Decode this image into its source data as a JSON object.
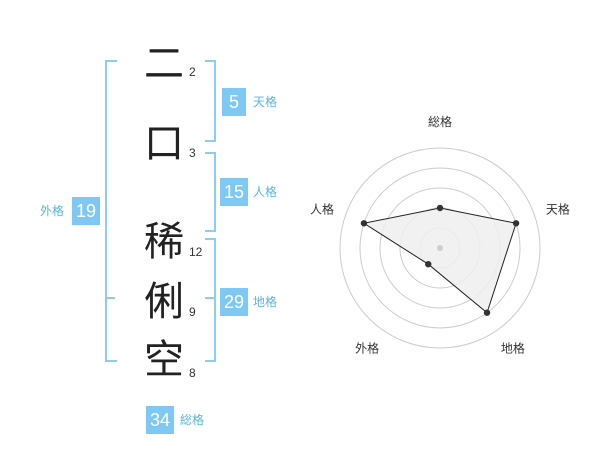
{
  "name": {
    "chars": [
      {
        "char": "二",
        "strokes": "2"
      },
      {
        "char": "口",
        "strokes": "3"
      },
      {
        "char": "稀",
        "strokes": "12"
      },
      {
        "char": "俐",
        "strokes": "9"
      },
      {
        "char": "空",
        "strokes": "8"
      }
    ]
  },
  "kaku": {
    "ten": {
      "value": "5",
      "label": "天格"
    },
    "jin": {
      "value": "15",
      "label": "人格"
    },
    "chi": {
      "value": "29",
      "label": "地格"
    },
    "gai": {
      "value": "19",
      "label": "外格"
    },
    "sou": {
      "value": "34",
      "label": "総格"
    }
  },
  "chart_data": {
    "type": "radar",
    "axes": [
      "総格",
      "天格",
      "地格",
      "外格",
      "人格"
    ],
    "values": [
      2,
      4,
      4,
      1,
      4
    ],
    "max": 5,
    "colors": {
      "line": "#222222",
      "fill": "#eeeeee",
      "grid": "#cccccc"
    }
  }
}
